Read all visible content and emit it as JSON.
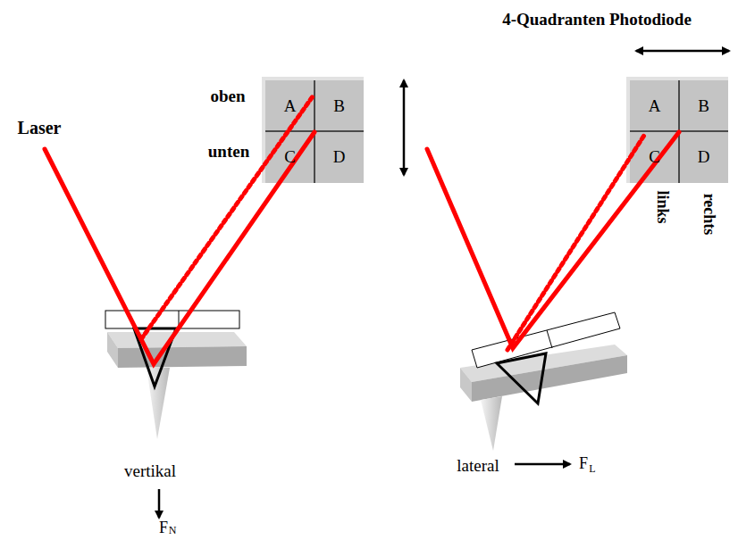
{
  "diagram": {
    "nodes": [
      {
        "text": [
          "A"
        ]
      },
      {
        "text": [
          "B"
        ]
      },
      {
        "text": [
          "C"
        ]
      },
      {
        "text": [
          "D"
        ]
      },
      {
        "text": [
          "A"
        ]
      },
      {
        "text": [
          "B"
        ]
      },
      {
        "text": [
          "C"
        ]
      },
      {
        "text": [
          "D"
        ]
      }
    ],
    "labels": [
      "4-Quadranten Photodiode",
      "oben",
      "unten",
      "Laser",
      "links",
      "rechts",
      "vertikal",
      "F",
      "N",
      "lateral",
      "F",
      "L"
    ]
  }
}
